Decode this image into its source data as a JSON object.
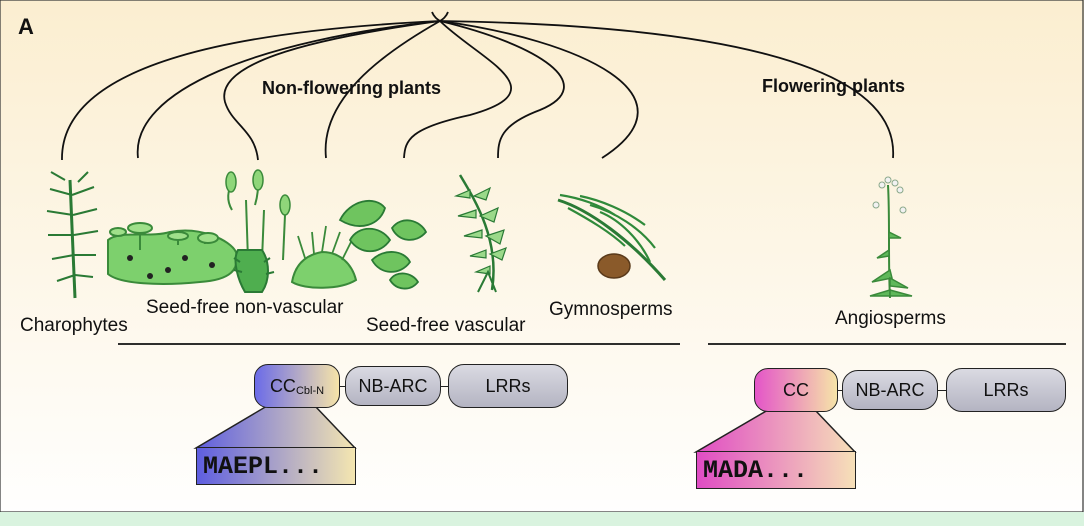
{
  "panel_label": "A",
  "groups": {
    "non_flowering": "Non-flowering plants",
    "flowering": "Flowering plants"
  },
  "plants": {
    "charophytes": "Charophytes",
    "seed_free_nonvascular": "Seed-free non-vascular",
    "seed_free_vascular": "Seed-free vascular",
    "gymnosperms": "Gymnosperms",
    "angiosperms": "Angiosperms"
  },
  "non_flowering_protein": {
    "cc": "CC",
    "cc_subscript": "Cbl-N",
    "nbarc": "NB-ARC",
    "lrrs": "LRRs",
    "sequence": "MAEPL...",
    "colors": {
      "start": "#6b6be8",
      "end": "#f6e4a8"
    }
  },
  "flowering_protein": {
    "cc": "CC",
    "nbarc": "NB-ARC",
    "lrrs": "LRRs",
    "sequence": "MADA...",
    "colors": {
      "start": "#e455c8",
      "end": "#f6e4a8"
    }
  },
  "colors": {
    "background_top": "#fbeed0",
    "background_bottom": "#ffffff",
    "bottom_strip": "#d9f3df",
    "plant_green": "#5ab45a",
    "plant_dark": "#2a7a35",
    "domain_gray": "#c6c6d0"
  }
}
